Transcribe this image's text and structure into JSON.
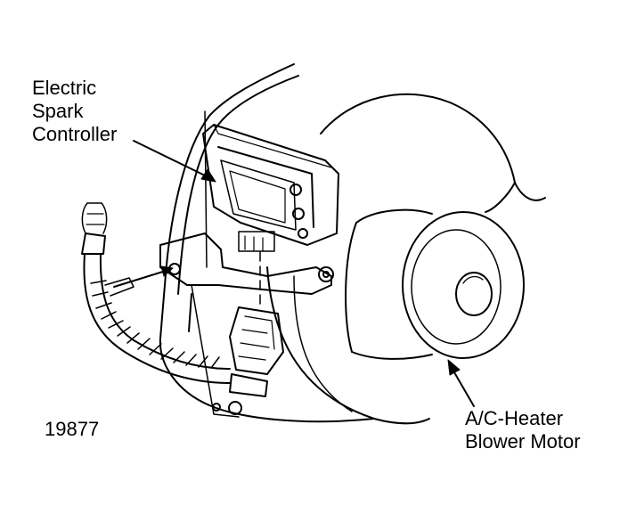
{
  "labels": {
    "spark_controller_line1": "Electric",
    "spark_controller_line2": "Spark",
    "spark_controller_line3": "Controller",
    "blower_motor_line1": "A/C-Heater",
    "blower_motor_line2": "Blower Motor",
    "figure_number": "19877"
  },
  "colors": {
    "ink": "#000000",
    "paper": "#ffffff"
  }
}
